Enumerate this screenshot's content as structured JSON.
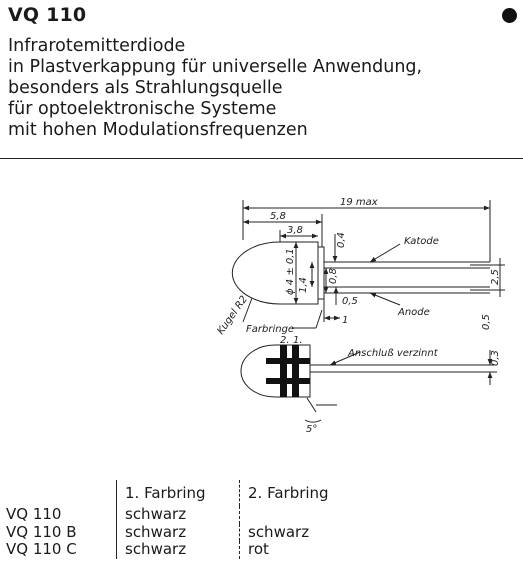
{
  "header": {
    "title": "VQ 110",
    "description_lines": [
      "Infrarotemitterdiode",
      "in Plastverkappung für universelle Anwendung,",
      "besonders als Strahlungsquelle",
      "für optoelektronische Systeme",
      "mit hohen Modulationsfrequenzen"
    ]
  },
  "drawing": {
    "dim_19max": "19 max",
    "dim_58": "5,8",
    "dim_38": "3,8",
    "dim_04": "0,4",
    "dim_diam": "ϕ 4 ± 0,1",
    "dim_08": "0,8",
    "dim_14": "1,4",
    "dim_05a": "0,5",
    "dim_1": "1",
    "dim_25": "2,5",
    "dim_05b": "0,5",
    "dim_03": "0,3",
    "dim_angle": "5°",
    "label_katode": "Katode",
    "label_anode": "Anode",
    "label_kugel": "Kugel R2",
    "label_farbringe": "Farbringe",
    "label_ring2": "2.",
    "label_ring1": "1.",
    "label_anschluss": "Anschluß verzinnt"
  },
  "table": {
    "headers": [
      "",
      "1. Farbring",
      "2. Farbring"
    ],
    "rows": [
      [
        "VQ 110",
        "schwarz",
        ""
      ],
      [
        "VQ 110 B",
        "schwarz",
        "schwarz"
      ],
      [
        "VQ 110 C",
        "schwarz",
        "rot"
      ]
    ]
  }
}
